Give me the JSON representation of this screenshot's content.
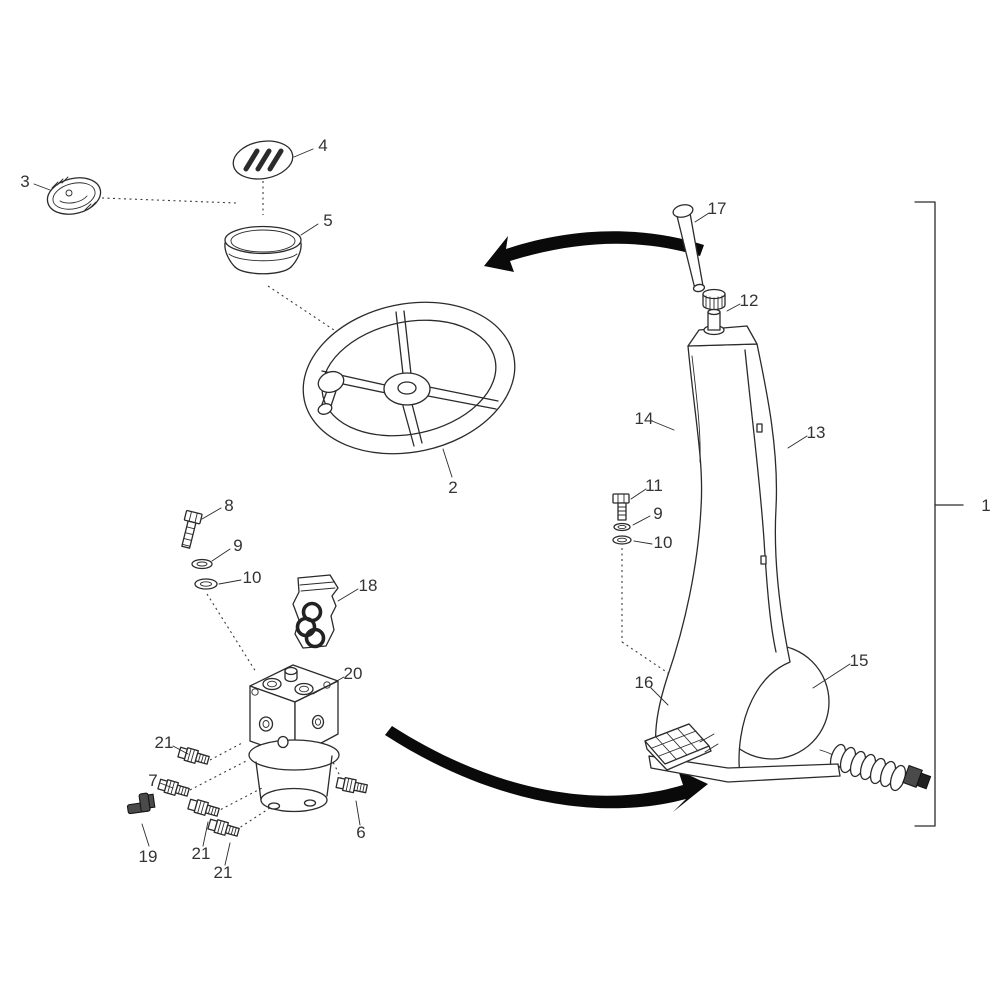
{
  "colors": {
    "line": "#2b2b2b",
    "label": "#333333",
    "arrow": "#0a0a0a",
    "background": "#ffffff",
    "dark_fitting": "#4a4a4a"
  },
  "labels": {
    "l1": "1",
    "l2": "2",
    "l3": "3",
    "l4": "4",
    "l5": "5",
    "l6": "6",
    "l7": "7",
    "l8": "8",
    "l9a": "9",
    "l9b": "9",
    "l10a": "10",
    "l10b": "10",
    "l11": "11",
    "l12": "12",
    "l13": "13",
    "l14": "14",
    "l15": "15",
    "l16": "16",
    "l17": "17",
    "l18": "18",
    "l19": "19",
    "l20": "20",
    "l21a": "21",
    "l21b": "21",
    "l21c": "21"
  }
}
